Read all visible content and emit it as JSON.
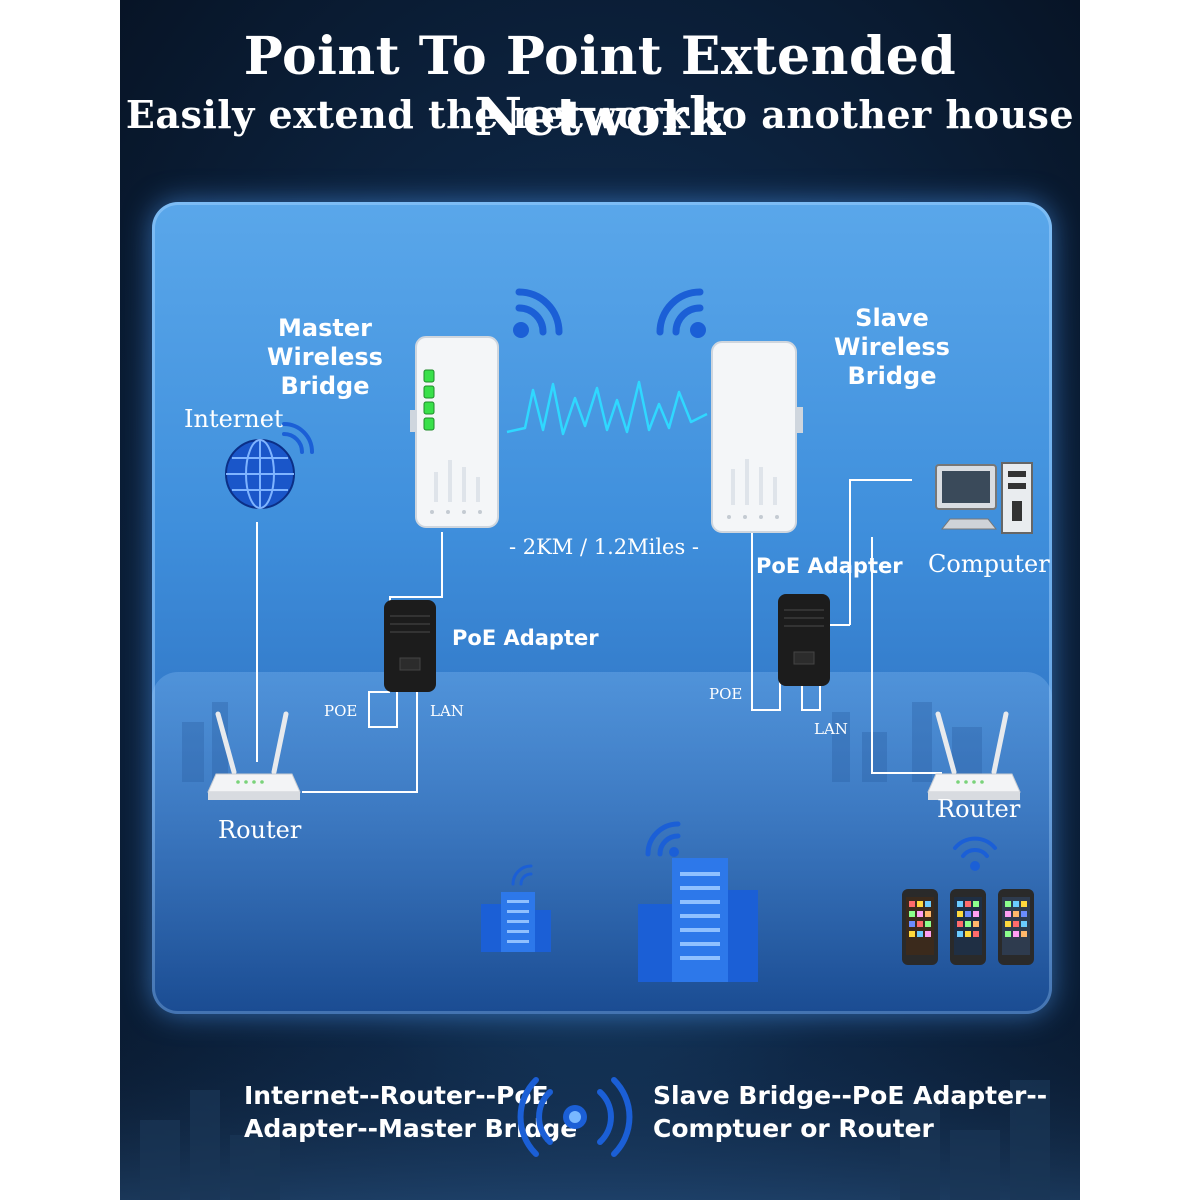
{
  "header": {
    "title": "Point To Point Extended Network",
    "subtitle": "Easily extend the network to another house"
  },
  "diagram": {
    "master_label_line1": "Master",
    "master_label_line2": "Wireless Bridge",
    "slave_label_line1": "Slave",
    "slave_label_line2": "Wireless Bridge",
    "internet_label": "Internet",
    "distance_label": "-  2KM / 1.2Miles -",
    "poe_adapter_left": "PoE Adapter",
    "poe_adapter_right": "PoE Adapter",
    "computer_label": "Computer",
    "router_left": "Router",
    "router_right": "Router",
    "poe_port_left": "POE",
    "lan_port_left": "LAN",
    "poe_port_right": "POE",
    "lan_port_right": "LAN"
  },
  "footer": {
    "left_line1": "Internet--Router--PoE",
    "left_line2": "Adapter--Master Bridge",
    "right_line1": "Slave Bridge--PoE Adapter--",
    "right_line2": "Comptuer or Router"
  },
  "colors": {
    "panel": "#3f8fdc",
    "background": "#0e2746",
    "accent": "#1b5fd6",
    "led": "#39e04a"
  },
  "icons": [
    "wifi-signal-icon",
    "globe-icon",
    "router-icon",
    "computer-icon",
    "smartphone-icon",
    "building-icon",
    "broadcast-icon",
    "poe-adapter-icon",
    "wireless-bridge-icon"
  ]
}
